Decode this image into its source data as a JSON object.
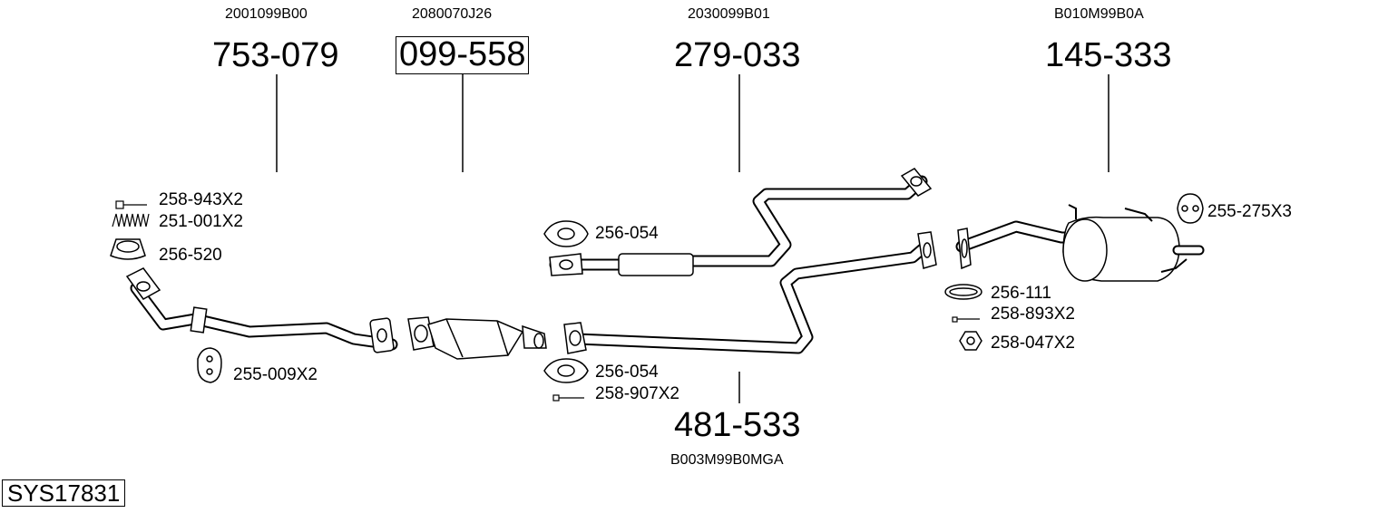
{
  "assemblies": [
    {
      "oem": "2001099B00",
      "part": "753-079",
      "boxed": false
    },
    {
      "oem": "2080070J26",
      "part": "099-558",
      "boxed": true
    },
    {
      "oem": "2030099B01",
      "part": "279-033",
      "boxed": false
    },
    {
      "oem": "B010M99B0A",
      "part": "145-333",
      "boxed": false
    },
    {
      "oem": "B003M99B0MGA",
      "part": "481-533",
      "boxed": false
    }
  ],
  "accessories": [
    {
      "label": "258-943X2",
      "icon": "bolt-icon"
    },
    {
      "label": "251-001X2",
      "icon": "spring-icon"
    },
    {
      "label": "256-520",
      "icon": "ring-gasket-icon"
    },
    {
      "label": "255-009X2",
      "icon": "rubber-hanger-icon"
    },
    {
      "label": "256-054",
      "icon": "flange-gasket-icon"
    },
    {
      "label": "256-054",
      "icon": "flange-gasket-icon"
    },
    {
      "label": "258-907X2",
      "icon": "bolt-icon"
    },
    {
      "label": "255-275X3",
      "icon": "rubber-hanger-icon"
    },
    {
      "label": "256-111",
      "icon": "ring-gasket-icon"
    },
    {
      "label": "258-893X2",
      "icon": "bolt-icon"
    },
    {
      "label": "258-047X2",
      "icon": "nut-icon"
    }
  ],
  "system_id": "SYS17831"
}
